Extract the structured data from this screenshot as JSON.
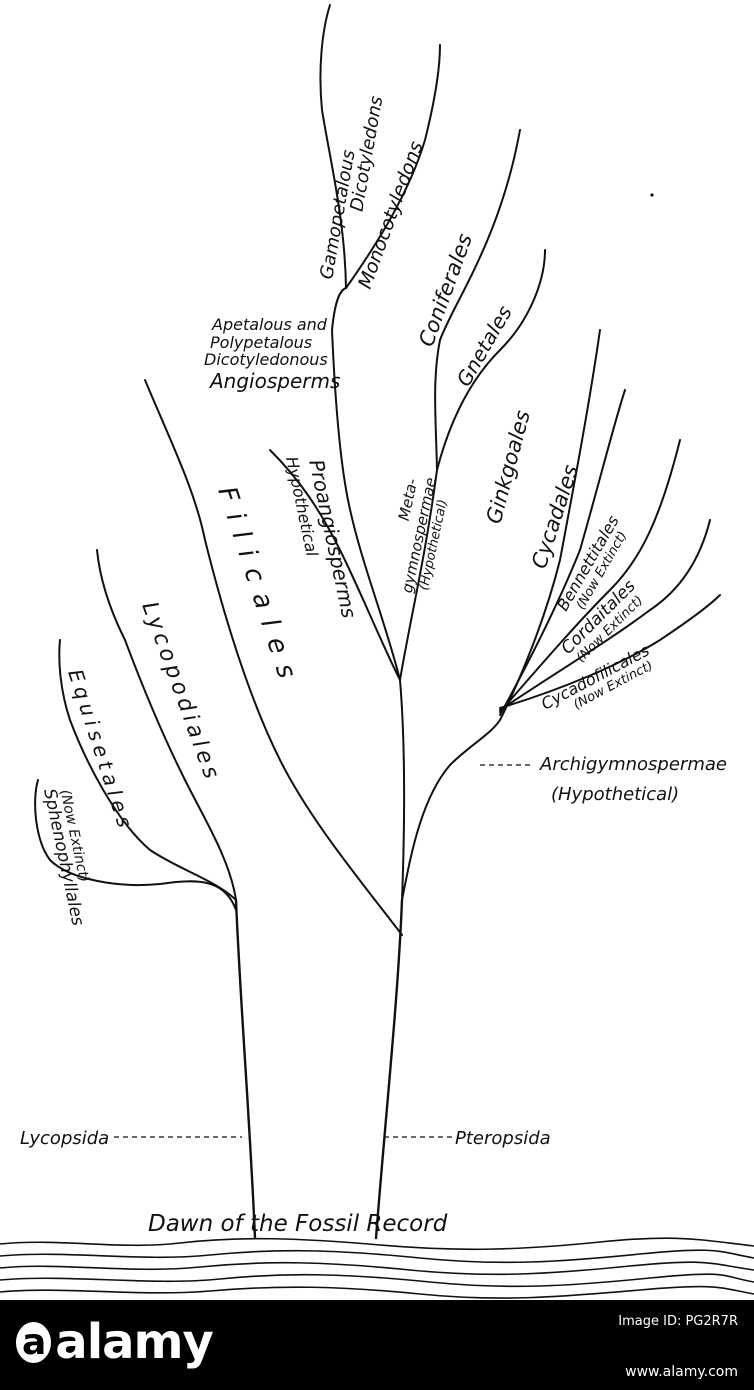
{
  "diagram": {
    "ground_label": "Dawn of the Fossil Record",
    "stem_labels": {
      "left": "Lycopsida",
      "right": "Pteropsida"
    },
    "node_labels": {
      "archigymnospermae": [
        "Archigymnospermae",
        "(Hypothetical)"
      ],
      "angiosperms": [
        "Apetalous and",
        "Polypetalous",
        "Dicotyledonous",
        "Angiosperms"
      ]
    },
    "branches": {
      "sphenophyllales": [
        "Sphenophyllales",
        "(Now Extinct)"
      ],
      "equisetales": "Equisetales",
      "lycopodiales": "Lycopodiales",
      "filicales": "Filicales",
      "proangiosperms": [
        "Hypothetical",
        "Proangiosperms"
      ],
      "metagymnospermae": [
        "Meta-",
        "gymnospermae",
        "(Hypothetical)"
      ],
      "gamopetalous": [
        "Gamopetalous",
        "Dicotyledons"
      ],
      "monocotyledons": "Monocotyledons",
      "coniferales": "Coniferales",
      "gnetales": "Gnetales",
      "ginkgoales": "Ginkgoales",
      "cycadales": "Cycadales",
      "bennettitales": [
        "Bennettitales",
        "(Now Extinct)"
      ],
      "cordaitales": [
        "Cordaitales",
        "(Now Extinct)"
      ],
      "cycadofilicales": [
        "Cycadofilicales",
        "(Now Extinct)"
      ]
    }
  },
  "footer": {
    "brand": "alamy",
    "brand_mark": "a",
    "image_id_label": "Image ID: PG2R7R",
    "image_id_value": "PG2R7R",
    "url": "www.alamy.com"
  }
}
